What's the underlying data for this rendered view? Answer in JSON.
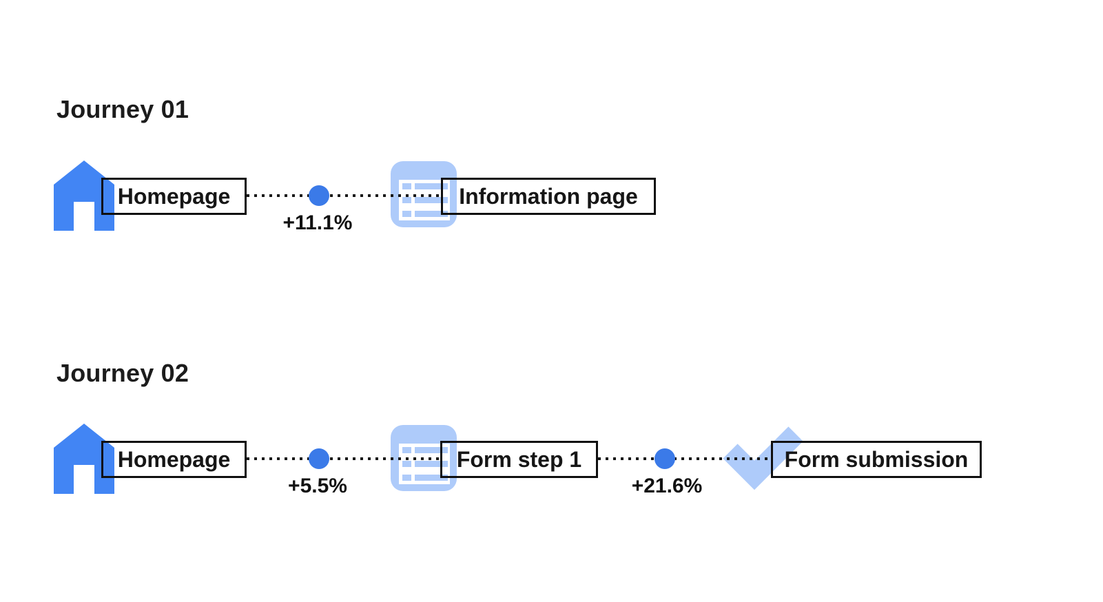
{
  "colors": {
    "house_blue": "#4285F4",
    "dot_blue": "#3B7AE8",
    "icon_light_blue": "#AECBFA",
    "box_border": "#111111",
    "text": "#1A1A1A",
    "background": "#FFFFFF"
  },
  "journeys": [
    {
      "id": "journey-01",
      "title": "Journey 01",
      "steps": [
        {
          "label": "Homepage",
          "icon": "home-icon"
        },
        {
          "label": "Information page",
          "icon": "list-page-icon"
        }
      ],
      "transitions": [
        {
          "value": "+11.1%"
        }
      ]
    },
    {
      "id": "journey-02",
      "title": "Journey 02",
      "steps": [
        {
          "label": "Homepage",
          "icon": "home-icon"
        },
        {
          "label": "Form step 1",
          "icon": "list-page-icon"
        },
        {
          "label": "Form submission",
          "icon": "checkmark-icon"
        }
      ],
      "transitions": [
        {
          "value": "+5.5%"
        },
        {
          "value": "+21.6%"
        }
      ]
    }
  ]
}
